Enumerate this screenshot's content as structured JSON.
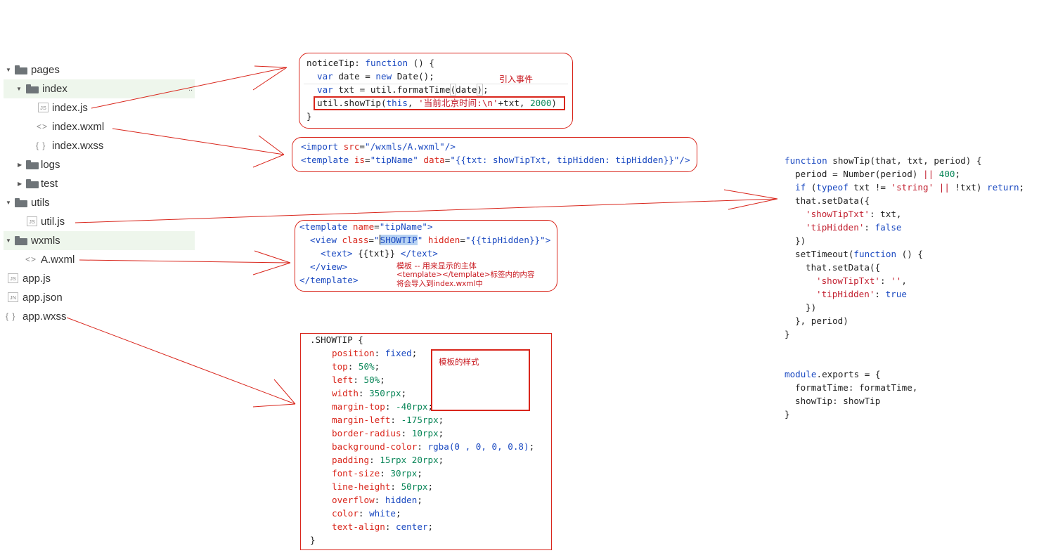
{
  "file_tree": {
    "pages": "pages",
    "index": "index",
    "index_js": "index.js",
    "index_wxml": "index.wxml",
    "index_wxss": "index.wxss",
    "logs": "logs",
    "test": "test",
    "utils": "utils",
    "util_js": "util.js",
    "wxmls": "wxmls",
    "a_wxml": "A.wxml",
    "app_js": "app.js",
    "app_json": "app.json",
    "app_wxss": "app.wxss",
    "icon_js": "JS",
    "icon_jn": "JN",
    "icon_wxml": "<>",
    "icon_wxss": "{ }",
    "more_dots": ".."
  },
  "panel_js": {
    "line1a": "noticeTip: ",
    "line1b": "function",
    "line1c": " () {",
    "line2a": "var",
    "line2b": " date = ",
    "line2c": "new",
    "line2d": " Date();",
    "line3a": "var",
    "line3b": " txt = util.formatTime",
    "line3c": "(",
    "line3d": "date",
    "line3e": ")",
    "line3f": ";",
    "line4a": "util.showTip(",
    "line4b": "this",
    "line4c": ", ",
    "line4d": "'当前北京时间:\\n'",
    "line4e": "+txt, ",
    "line4f": "2000",
    "line4g": ")",
    "line5": "}",
    "note": "引入事件"
  },
  "panel_import": {
    "l1a": "<import",
    "l1b": " src",
    "l1c": "=",
    "l1d": "\"/wxmls/A.wxml\"",
    "l1e": "/>",
    "l2a": "<template",
    "l2b": " is",
    "l2c": "=",
    "l2d": "\"tipName\"",
    "l2e": " data",
    "l2f": "=",
    "l2g": "\"{{txt: showTipTxt, tipHidden: tipHidden}}\"",
    "l2h": "/>"
  },
  "panel_template": {
    "l1a": "<template",
    "l1b": " name",
    "l1c": "=",
    "l1d": "\"tipName\"",
    "l1e": ">",
    "l2a": "<view",
    "l2b": " class",
    "l2c": "=",
    "l2d": "\"",
    "l2e": "SHOWTIP",
    "l2f": "\"",
    "l2g": " hidden",
    "l2h": "=",
    "l2i": "\"{{tipHidden}}\"",
    "l2j": ">",
    "l3a": "<text>",
    "l3b": " {{txt}} ",
    "l3c": "</text>",
    "l4": "</view>",
    "l5": "</template>",
    "note1": "模板 -- 用来显示的主体",
    "note2": "<template></template>标签内的内容",
    "note3": "将会导入到index.wxml中"
  },
  "panel_css": {
    "selector": ".SHOWTIP {",
    "rules": [
      {
        "p": "position",
        "v": "fixed"
      },
      {
        "p": "top",
        "v": "50%"
      },
      {
        "p": "left",
        "v": "50%"
      },
      {
        "p": "width",
        "v": "350rpx"
      },
      {
        "p": "margin-top",
        "v": "-40rpx"
      },
      {
        "p": "margin-left",
        "v": "-175rpx"
      },
      {
        "p": "border-radius",
        "v": "10rpx"
      },
      {
        "p": "background-color",
        "v": "rgba(0 , 0, 0, 0.8)"
      },
      {
        "p": "padding",
        "v": "15rpx 20rpx"
      },
      {
        "p": "font-size",
        "v": "30rpx"
      },
      {
        "p": "line-height",
        "v": "50rpx"
      },
      {
        "p": "overflow",
        "v": "hidden"
      },
      {
        "p": "color",
        "v": "white"
      },
      {
        "p": "text-align",
        "v": "center"
      }
    ],
    "close": "}",
    "note": "模板的样式"
  },
  "panel_util": {
    "l1a": "function",
    "l1b": " showTip(that, txt, period) {",
    "l2a": "period = Number(period) ",
    "l2b": "||",
    "l2c": " ",
    "l2d": "400",
    "l2e": ";",
    "l3a": "if",
    "l3b": " (",
    "l3c": "typeof",
    "l3d": " txt != ",
    "l3e": "'string'",
    "l3f": " ",
    "l3g": "||",
    "l3h": " !txt) ",
    "l3i": "return",
    "l3j": ";",
    "l4": "that.setData({",
    "l5a": "'showTipTxt'",
    "l5b": ": txt,",
    "l6a": "'tipHidden'",
    "l6b": ": ",
    "l6c": "false",
    "l7": "})",
    "l8a": "setTimeout(",
    "l8b": "function",
    "l8c": " () {",
    "l9": "that.setData({",
    "l10a": "'showTipTxt'",
    "l10b": ": ",
    "l10c": "''",
    "l10d": ",",
    "l11a": "'tipHidden'",
    "l11b": ": ",
    "l11c": "true",
    "l12": "})",
    "l13": "}, period)",
    "l14": "}",
    "l15a": "module",
    "l15b": ".exports = {",
    "l16": "formatTime: formatTime,",
    "l17": "showTip: showTip",
    "l18": "}"
  },
  "colors": {
    "annotation_red": "#d9261c",
    "keyword_blue": "#1a49c1",
    "string_red": "#c21f2f",
    "number_green": "#098658",
    "selected_row": "#eef6ec"
  }
}
